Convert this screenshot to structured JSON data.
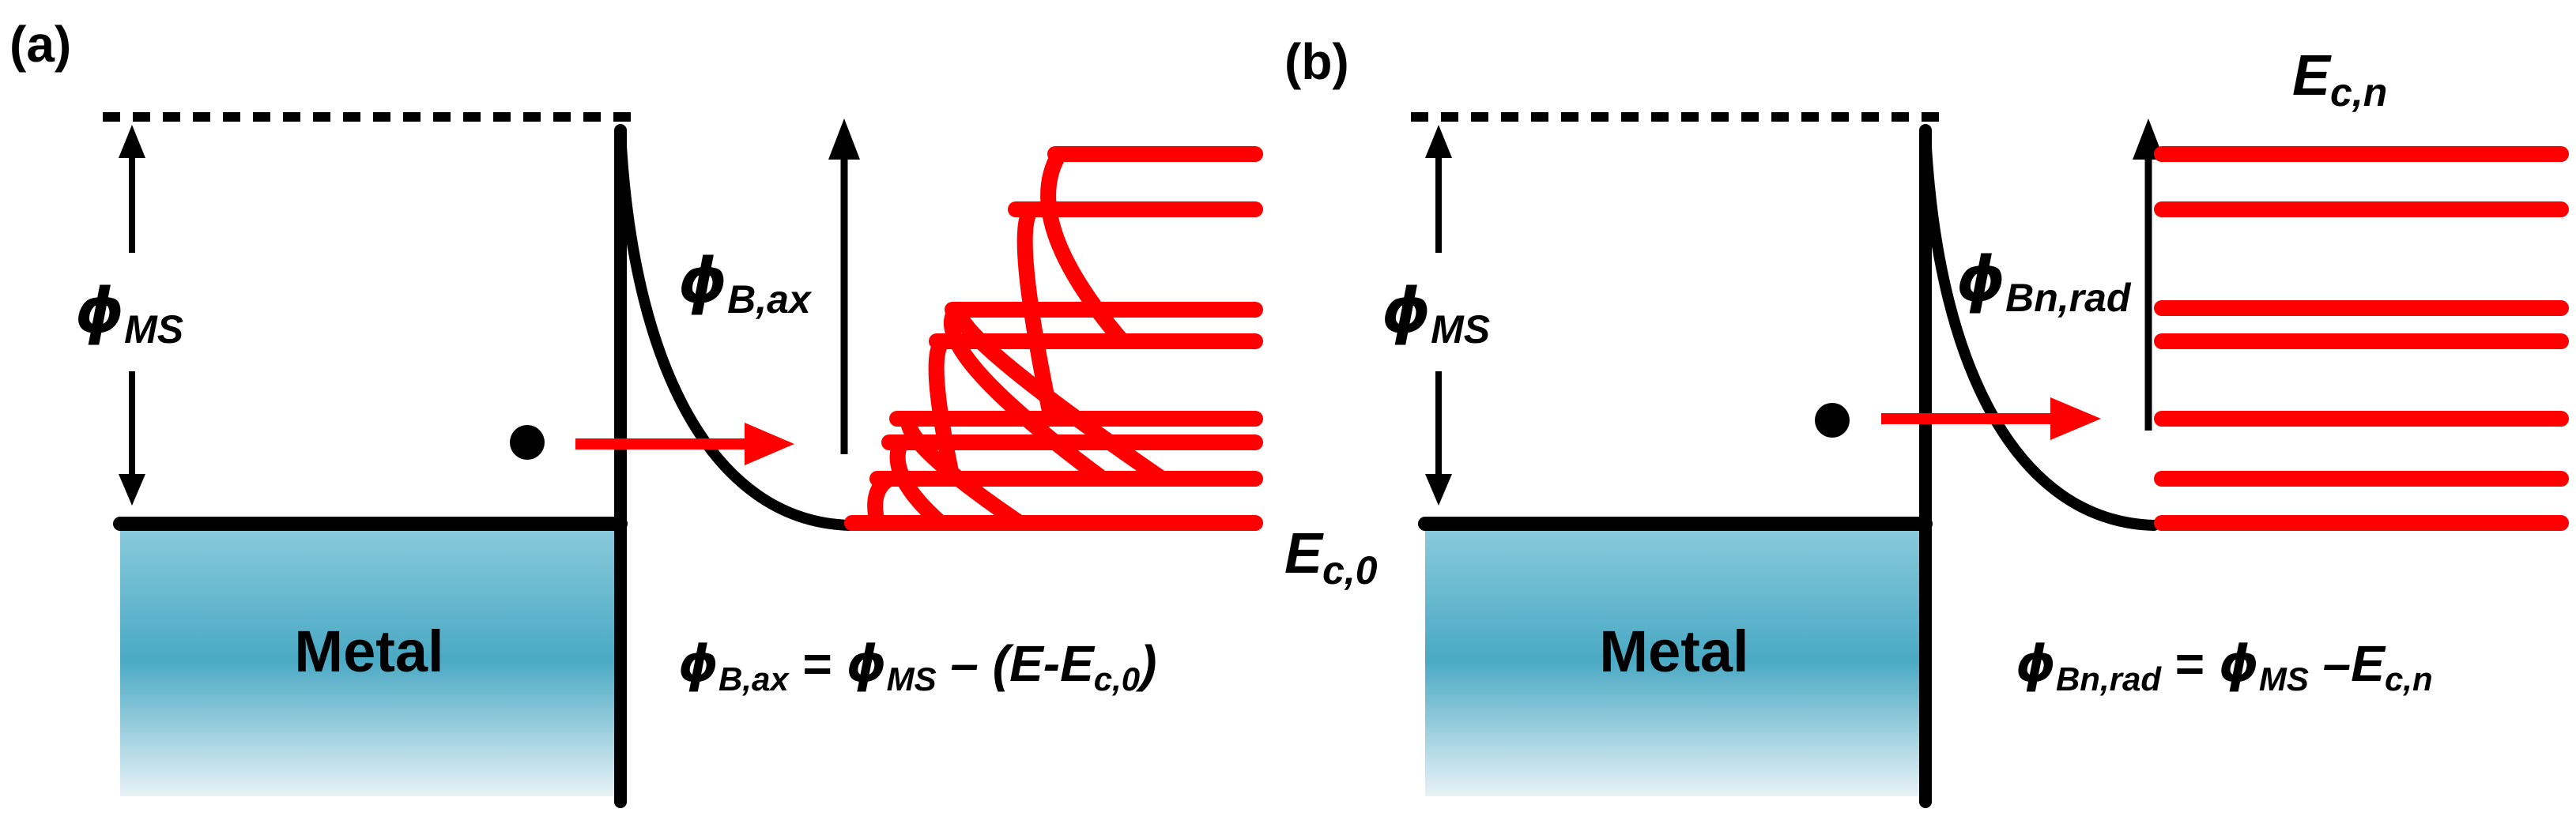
{
  "panel_a": {
    "tag": "(a)",
    "phi_ms": {
      "symbol": "ϕ",
      "sub": "MS"
    },
    "phi_barrier": {
      "symbol": "ϕ",
      "sub": "B,ax"
    },
    "ec_label": {
      "main": "E",
      "sub": "c,0"
    },
    "metal": "Metal",
    "equation": {
      "lhs_symbol": "ϕ",
      "lhs_sub": "B,ax",
      "eq": " = ",
      "rhs_symbol": "ϕ",
      "rhs_sub": "MS",
      "rest": " – (E-E",
      "rest_sub": "c,0",
      "close": ")"
    }
  },
  "panel_b": {
    "tag": "(b)",
    "phi_ms": {
      "symbol": "ϕ",
      "sub": "MS"
    },
    "phi_barrier": {
      "symbol": "ϕ",
      "sub": "Bn,rad"
    },
    "ec_label": {
      "main": "E",
      "sub": "c,n"
    },
    "metal": "Metal",
    "equation": {
      "lhs_symbol": "ϕ",
      "lhs_sub": "Bn,rad",
      "eq": " = ",
      "rhs_symbol": "ϕ",
      "rhs_sub": "MS",
      "rest": " –E",
      "rest_sub": "c,n"
    }
  },
  "colors": {
    "line": "#000000",
    "red": "#ff0000",
    "metal_top": "#8ccbdc",
    "metal_mid": "#4aa9c4",
    "metal_bottom": "#e8f2f6"
  }
}
